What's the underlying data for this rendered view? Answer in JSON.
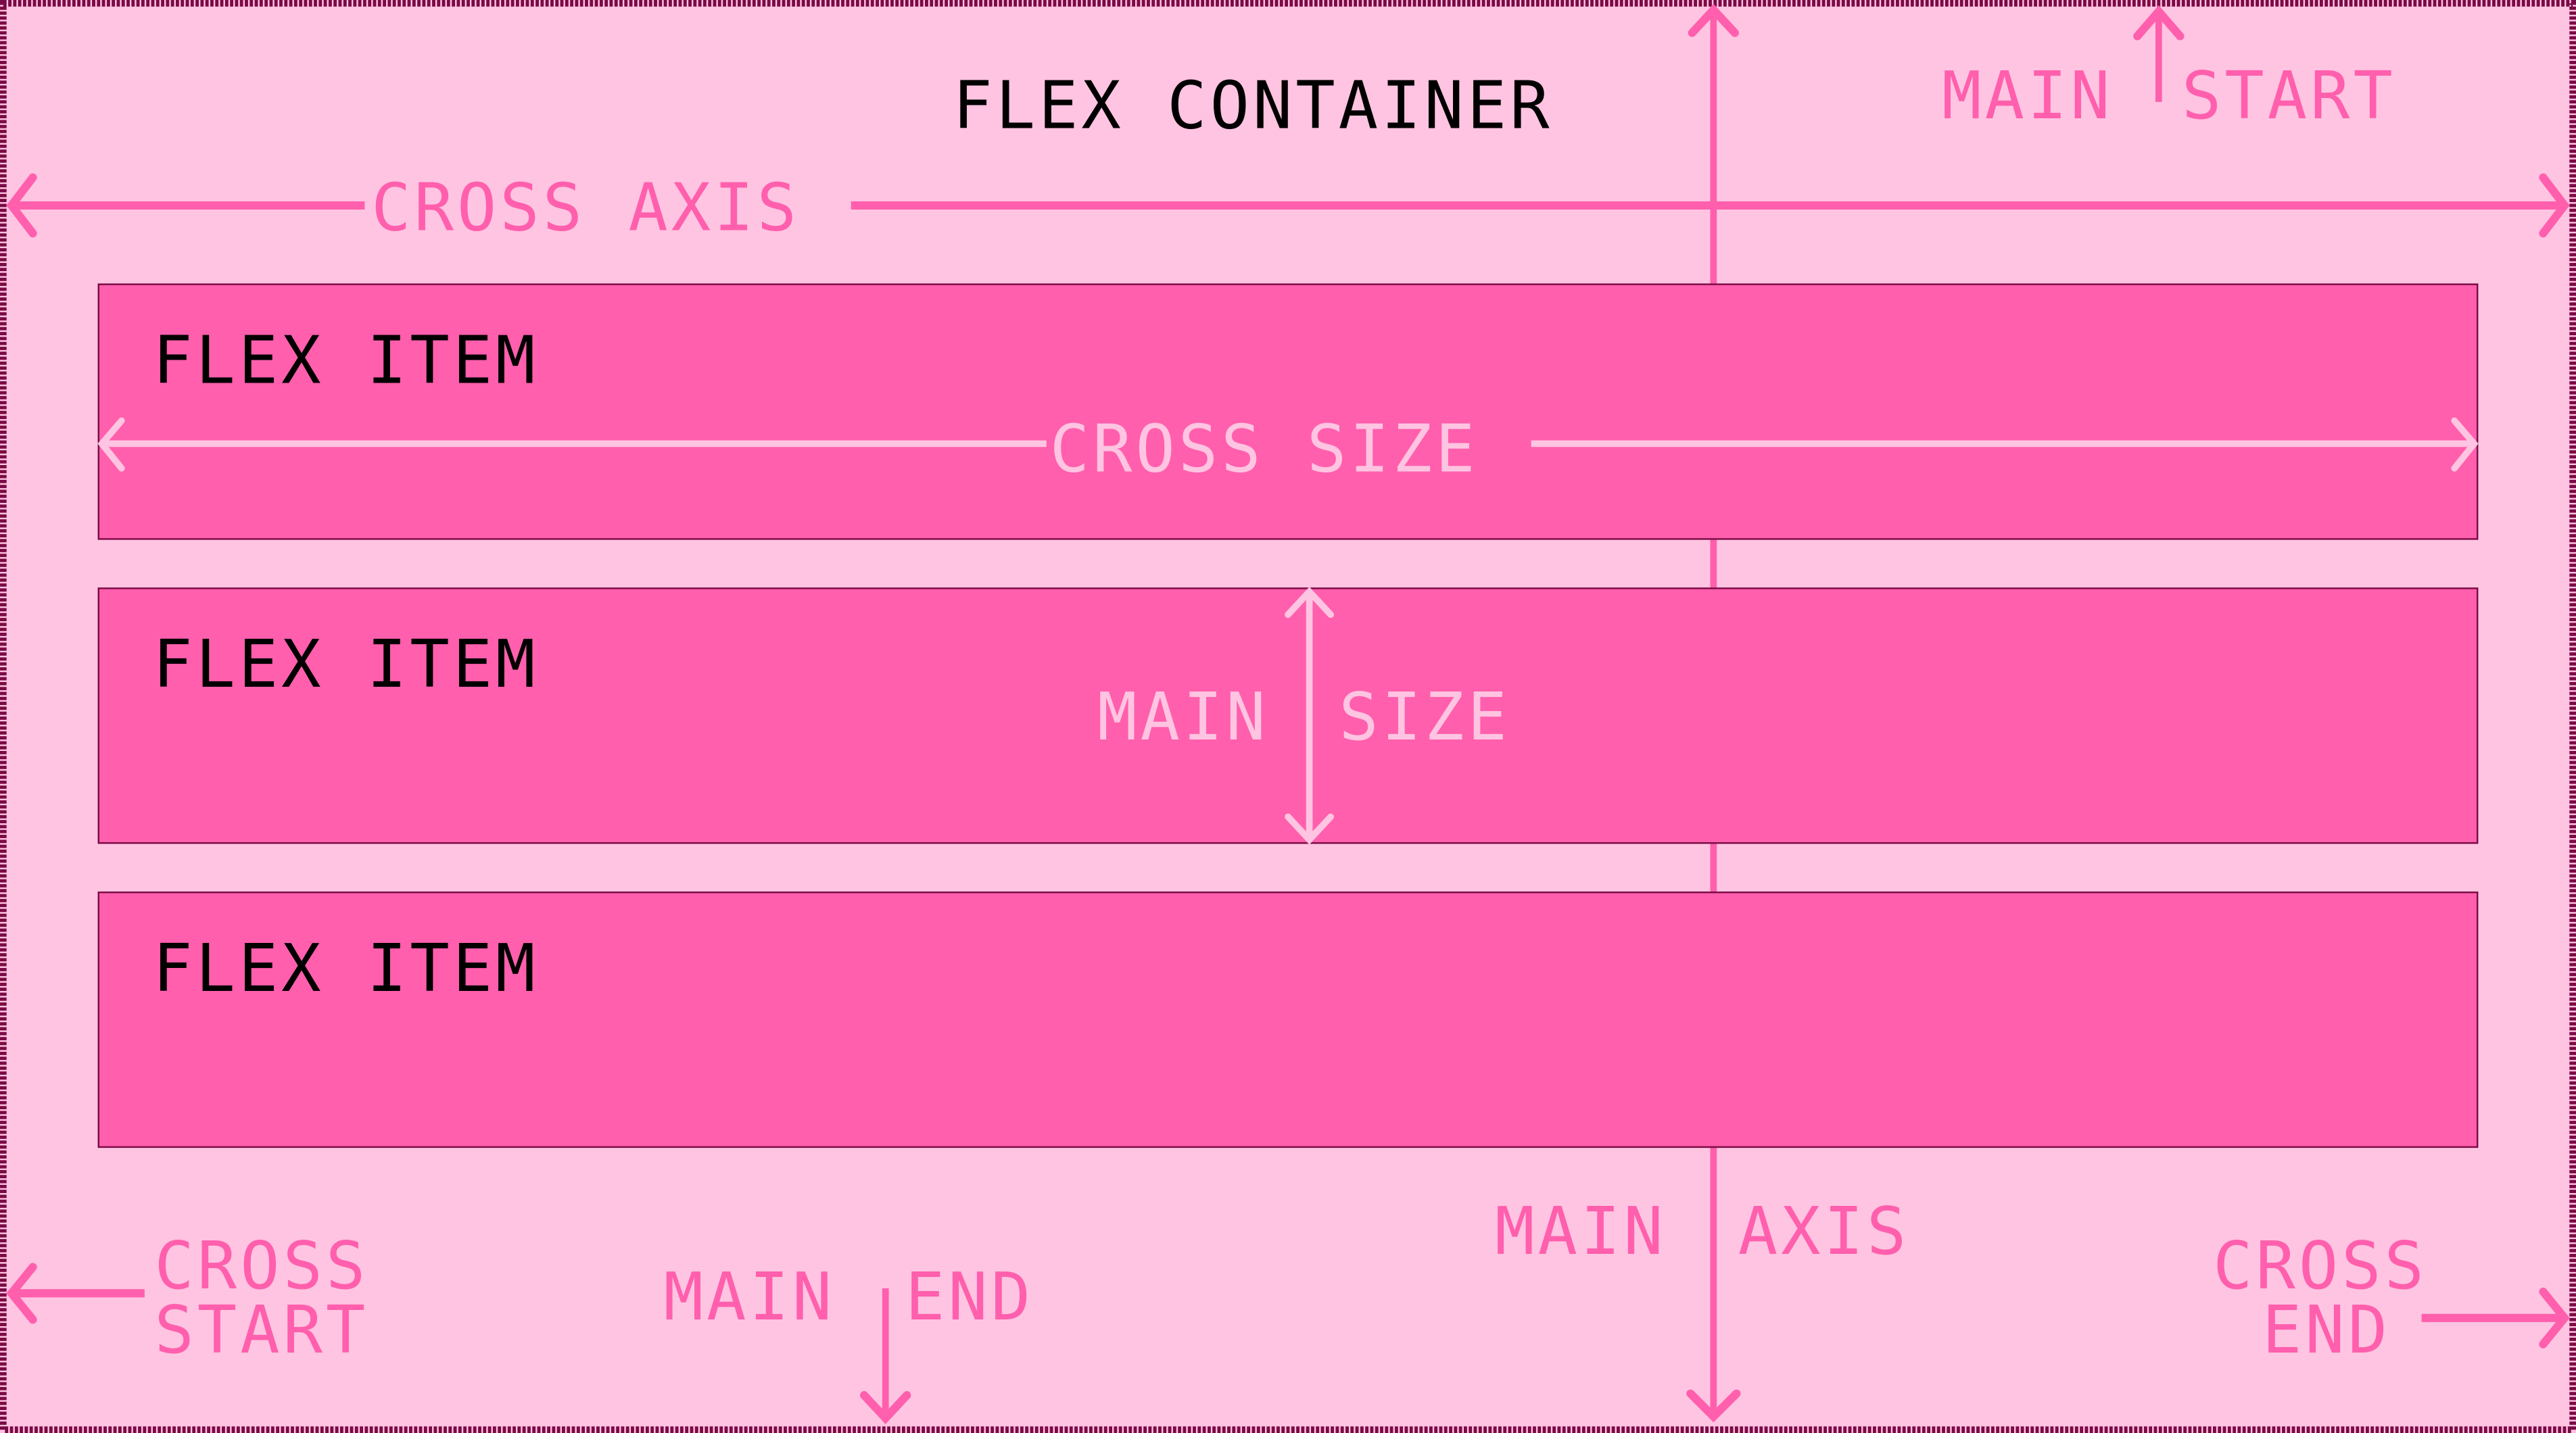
{
  "colors": {
    "background": "#FFC4E1",
    "item_fill": "#FF5FAD",
    "accent": "#FF5FAD",
    "light_accent": "#FFC4E1",
    "border": "#7A0A45",
    "dark_text": "#000000"
  },
  "title": "FLEX CONTAINER",
  "items": [
    {
      "label": "FLEX ITEM"
    },
    {
      "label": "FLEX ITEM"
    },
    {
      "label": "FLEX ITEM"
    }
  ],
  "annotations": {
    "cross_axis": "CROSS AXIS",
    "main_axis": "MAIN AXIS",
    "main_start_left": "MAIN",
    "main_start_right": "START",
    "main_end_left": "MAIN",
    "main_end_right": "END",
    "cross_start_line1": "CROSS",
    "cross_start_line2": "START",
    "cross_end_line1": "CROSS",
    "cross_end_line2": "END",
    "cross_size": "CROSS SIZE",
    "main_size_left": "MAIN",
    "main_size_right": "SIZE"
  }
}
